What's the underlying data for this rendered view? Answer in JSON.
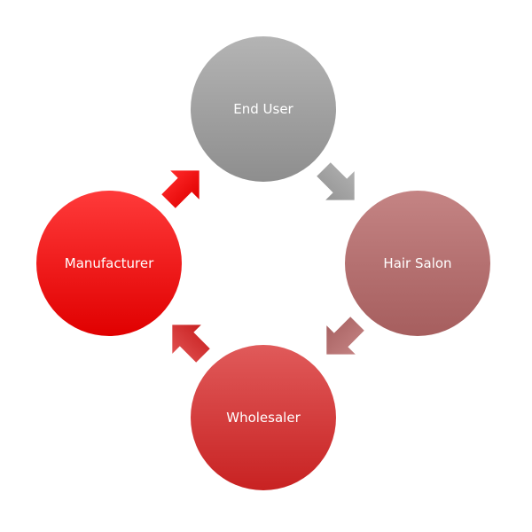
{
  "nodes": [
    {
      "label": "End User",
      "color_top": "#b4b4b4",
      "color_bottom": "#8e8e8e"
    },
    {
      "label": "Hair Salon",
      "color_top": "#c48484",
      "color_bottom": "#a65e5e"
    },
    {
      "label": "Wholesaler",
      "color_top": "#e05a5a",
      "color_bottom": "#c82222"
    },
    {
      "label": "Manufacturer",
      "color_top": "#ff3a3a",
      "color_bottom": "#e00000"
    }
  ],
  "arrows": [
    {
      "from": "End User",
      "to": "Hair Salon",
      "color_top": "#b0b0b0",
      "color_bottom": "#959595"
    },
    {
      "from": "Hair Salon",
      "to": "Wholesaler",
      "color_top": "#c48282",
      "color_bottom": "#a86262"
    },
    {
      "from": "Wholesaler",
      "to": "Manufacturer",
      "color_top": "#e05050",
      "color_bottom": "#c82020"
    },
    {
      "from": "Manufacturer",
      "to": "End User",
      "color_top": "#ff2a2a",
      "color_bottom": "#e00000"
    }
  ]
}
